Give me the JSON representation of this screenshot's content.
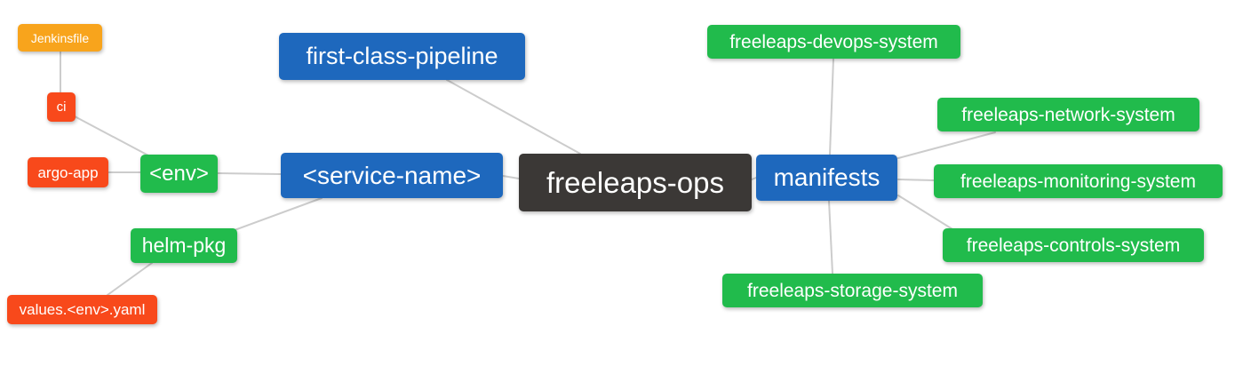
{
  "colors": {
    "blue": "#1E68BD",
    "green": "#21BB4C",
    "red": "#F8491B",
    "orange": "#F8A41C",
    "dark": "#3B3836",
    "edge": "#CCCCCC",
    "text": "#FFFFFF",
    "background": "#FFFFFF"
  },
  "diagram": {
    "type": "mindmap",
    "root_label": "freeleaps-ops",
    "nodes": [
      {
        "id": "jenkinsfile",
        "label": "Jenkinsfile",
        "color": "orange"
      },
      {
        "id": "ci",
        "label": "ci",
        "color": "red"
      },
      {
        "id": "argo-app",
        "label": "argo-app",
        "color": "red"
      },
      {
        "id": "env",
        "label": "<env>",
        "color": "green"
      },
      {
        "id": "helm-pkg",
        "label": "helm-pkg",
        "color": "green"
      },
      {
        "id": "values-env-yaml",
        "label": "values.<env>.yaml",
        "color": "red"
      },
      {
        "id": "first-class-pipeline",
        "label": "first-class-pipeline",
        "color": "blue"
      },
      {
        "id": "service-name",
        "label": "<service-name>",
        "color": "blue"
      },
      {
        "id": "freeleaps-ops",
        "label": "freeleaps-ops",
        "color": "dark"
      },
      {
        "id": "manifests",
        "label": "manifests",
        "color": "blue"
      },
      {
        "id": "freeleaps-devops-system",
        "label": "freeleaps-devops-system",
        "color": "green"
      },
      {
        "id": "freeleaps-network-system",
        "label": "freeleaps-network-system",
        "color": "green"
      },
      {
        "id": "freeleaps-monitoring-system",
        "label": "freeleaps-monitoring-system",
        "color": "green"
      },
      {
        "id": "freeleaps-controls-system",
        "label": "freeleaps-controls-system",
        "color": "green"
      },
      {
        "id": "freeleaps-storage-system",
        "label": "freeleaps-storage-system",
        "color": "green"
      }
    ],
    "edges": [
      {
        "from": "jenkinsfile",
        "to": "ci"
      },
      {
        "from": "ci",
        "to": "env"
      },
      {
        "from": "argo-app",
        "to": "env"
      },
      {
        "from": "env",
        "to": "service-name"
      },
      {
        "from": "service-name",
        "to": "helm-pkg"
      },
      {
        "from": "helm-pkg",
        "to": "values-env-yaml"
      },
      {
        "from": "first-class-pipeline",
        "to": "freeleaps-ops"
      },
      {
        "from": "service-name",
        "to": "freeleaps-ops"
      },
      {
        "from": "freeleaps-ops",
        "to": "manifests"
      },
      {
        "from": "manifests",
        "to": "freeleaps-devops-system"
      },
      {
        "from": "manifests",
        "to": "freeleaps-network-system"
      },
      {
        "from": "manifests",
        "to": "freeleaps-monitoring-system"
      },
      {
        "from": "manifests",
        "to": "freeleaps-controls-system"
      },
      {
        "from": "manifests",
        "to": "freeleaps-storage-system"
      }
    ]
  }
}
